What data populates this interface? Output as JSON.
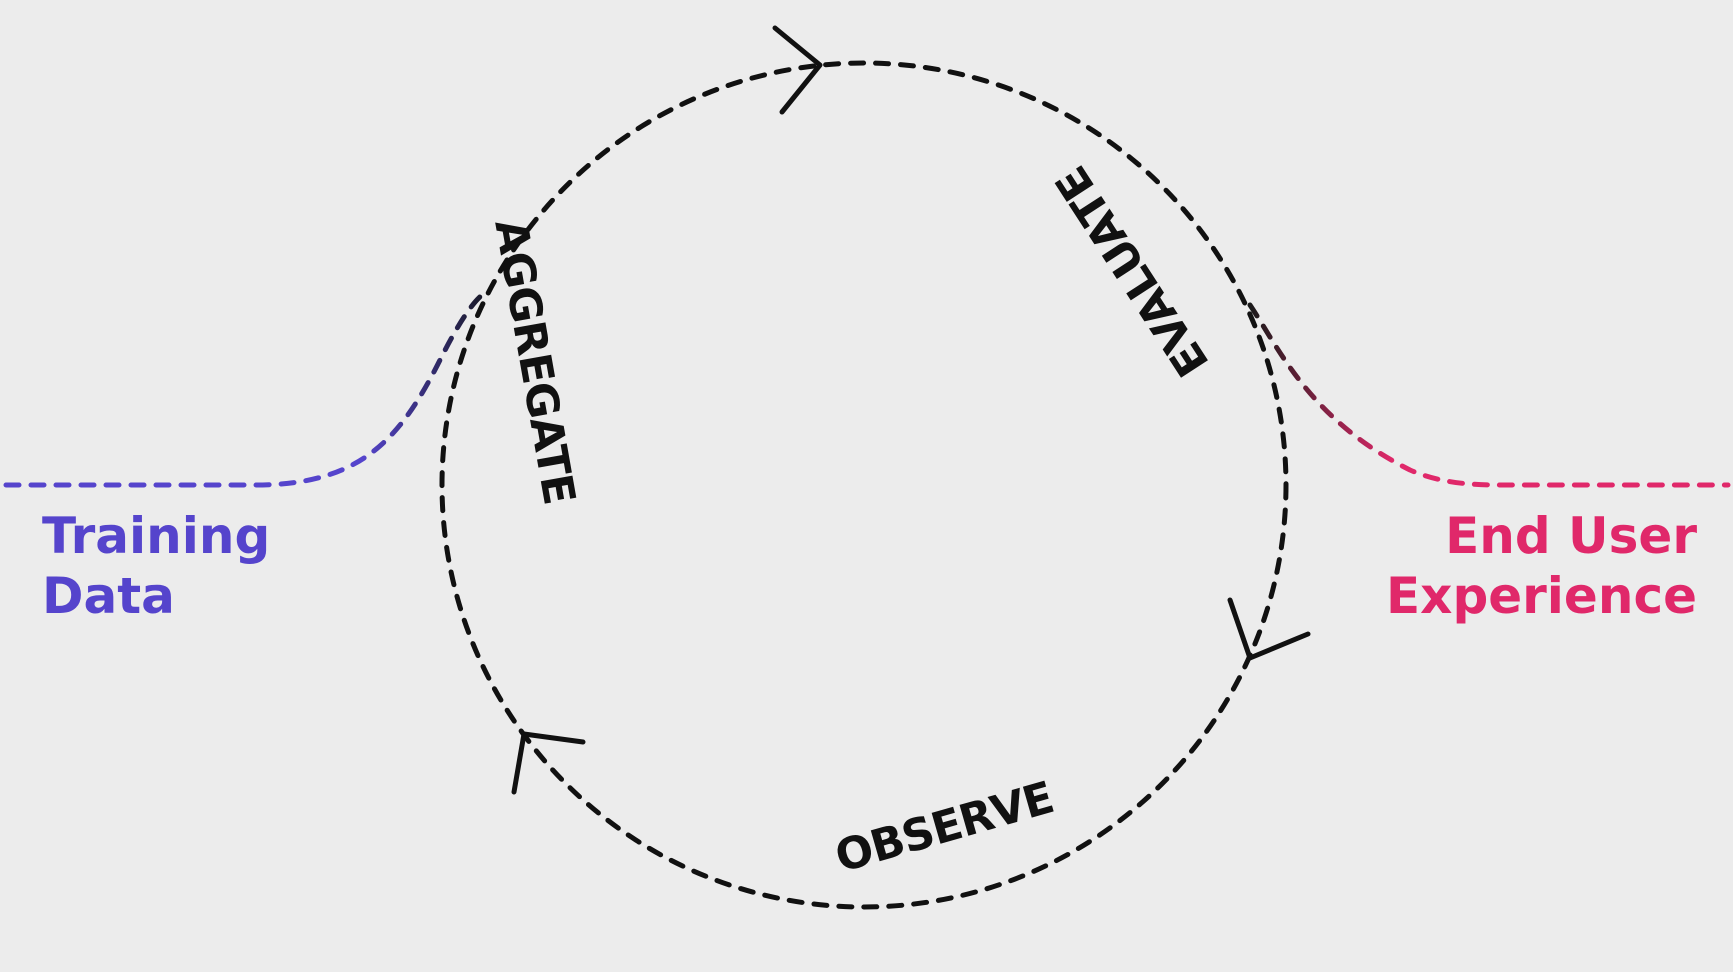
{
  "steps": {
    "aggregate": "AGGREGATE",
    "evaluate": "EVALUATE",
    "observe": "OBSERVE"
  },
  "left_label": {
    "line1": "Training",
    "line2": "Data"
  },
  "right_label": {
    "line1": "End User",
    "line2": "Experience"
  },
  "colors": {
    "background": "#ececec",
    "cycle": "#111111",
    "training": "#5544cc",
    "experience": "#e0286a"
  }
}
